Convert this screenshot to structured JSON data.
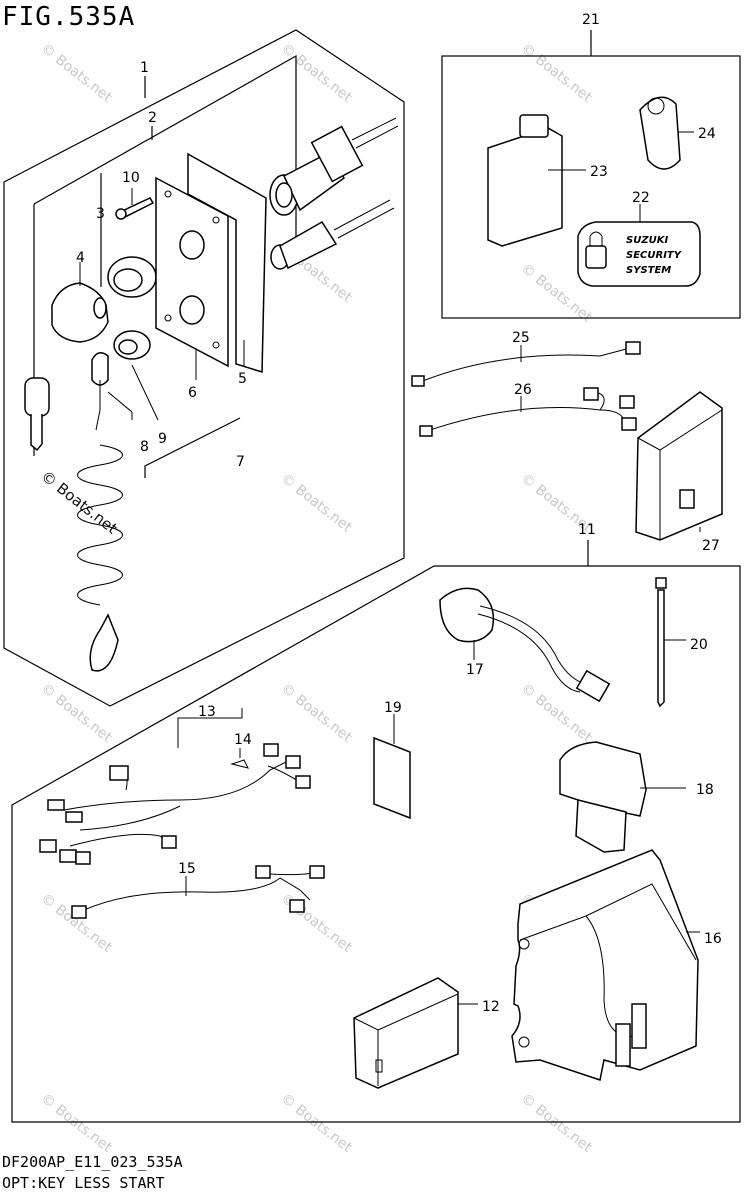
{
  "figure": {
    "title": "FIG.535A",
    "code": "DF200AP_E11_023_535A",
    "description": "OPT:KEY LESS START"
  },
  "watermark": {
    "text": "© Boats.net",
    "color": "#c8c8c8"
  },
  "callouts": [
    "1",
    "2",
    "3",
    "4",
    "5",
    "6",
    "7",
    "8",
    "9",
    "10",
    "11",
    "12",
    "13",
    "14",
    "15",
    "16",
    "17",
    "18",
    "19",
    "20",
    "21",
    "22",
    "23",
    "24",
    "25",
    "26",
    "27"
  ],
  "security_label": {
    "line1": "SUZUKI",
    "line2": "SECURITY",
    "line3": "SYSTEM"
  }
}
